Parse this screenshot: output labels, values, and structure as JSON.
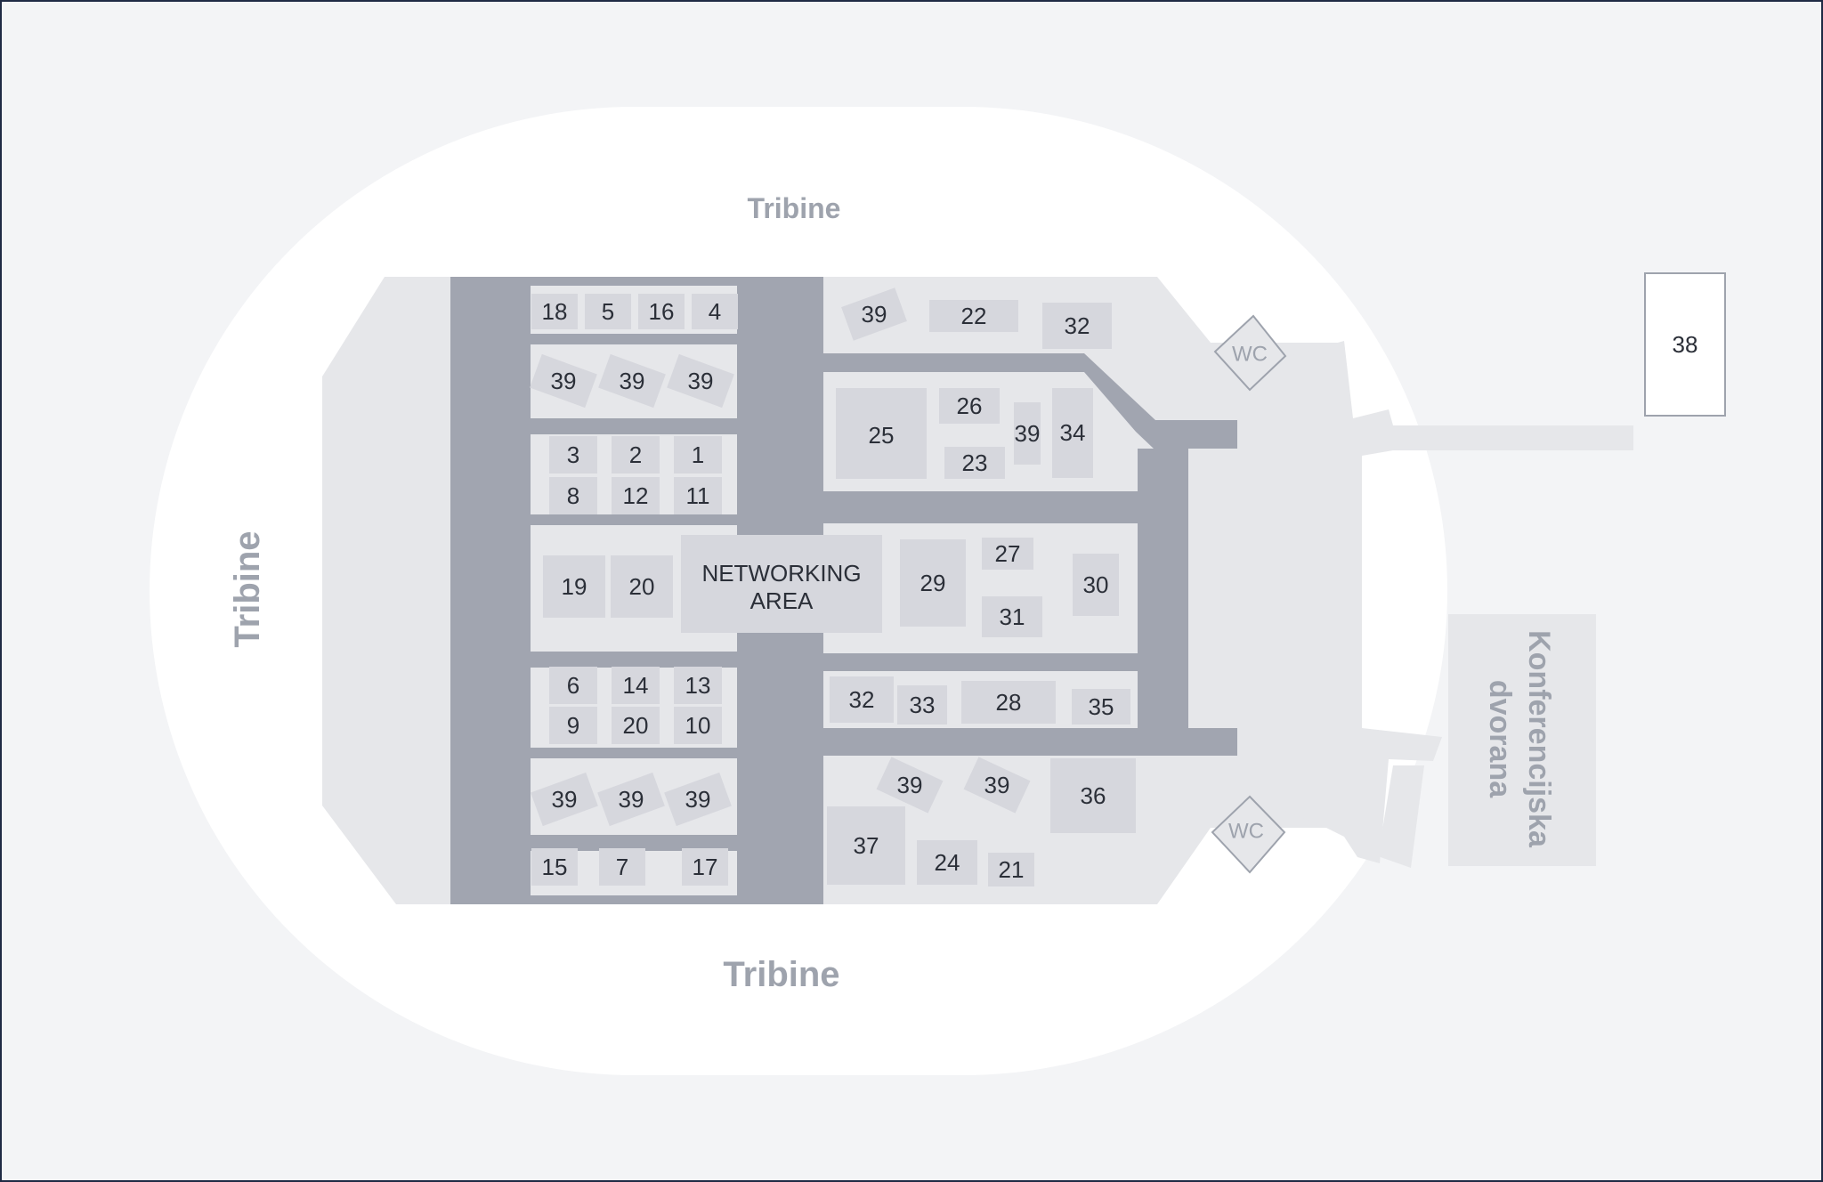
{
  "labels": {
    "tribine_top": "Tribine",
    "tribine_bottom": "Tribine",
    "tribine_left": "Tribine",
    "networking_line1": "NETWORKING",
    "networking_line2": "AREA",
    "konferencijska_line1": "Konferencijska",
    "konferencijska_line2": "dvorana",
    "wc_top": "WC",
    "wc_bottom": "WC"
  },
  "booths": {
    "b18": "18",
    "b5": "5",
    "b16": "16",
    "b4": "4",
    "b39a": "39",
    "b39b": "39",
    "b39c": "39",
    "b3": "3",
    "b2": "2",
    "b1": "1",
    "b8": "8",
    "b12": "12",
    "b11": "11",
    "b19": "19",
    "b20a": "20",
    "b6": "6",
    "b14": "14",
    "b13": "13",
    "b9": "9",
    "b20b": "20",
    "b10": "10",
    "b39d": "39",
    "b39e": "39",
    "b39f": "39",
    "b15": "15",
    "b7": "7",
    "b17": "17",
    "b39g": "39",
    "b22": "22",
    "b32a": "32",
    "b25": "25",
    "b26": "26",
    "b39h": "39",
    "b34": "34",
    "b23": "23",
    "b29": "29",
    "b27": "27",
    "b31": "31",
    "b30": "30",
    "b32b": "32",
    "b33": "33",
    "b28": "28",
    "b35": "35",
    "b39i": "39",
    "b39j": "39",
    "b36": "36",
    "b37": "37",
    "b24": "24",
    "b21": "21",
    "b38": "38"
  },
  "colors": {
    "frame": "#1f2a44",
    "page_background": "#f3f4f6",
    "arena_white": "#ffffff",
    "floor": "#e6e7ea",
    "aisle": "#a1a5b0",
    "booth": "#d6d7dd",
    "label_muted": "#9ea3ad",
    "booth_text": "#2b2f38"
  }
}
